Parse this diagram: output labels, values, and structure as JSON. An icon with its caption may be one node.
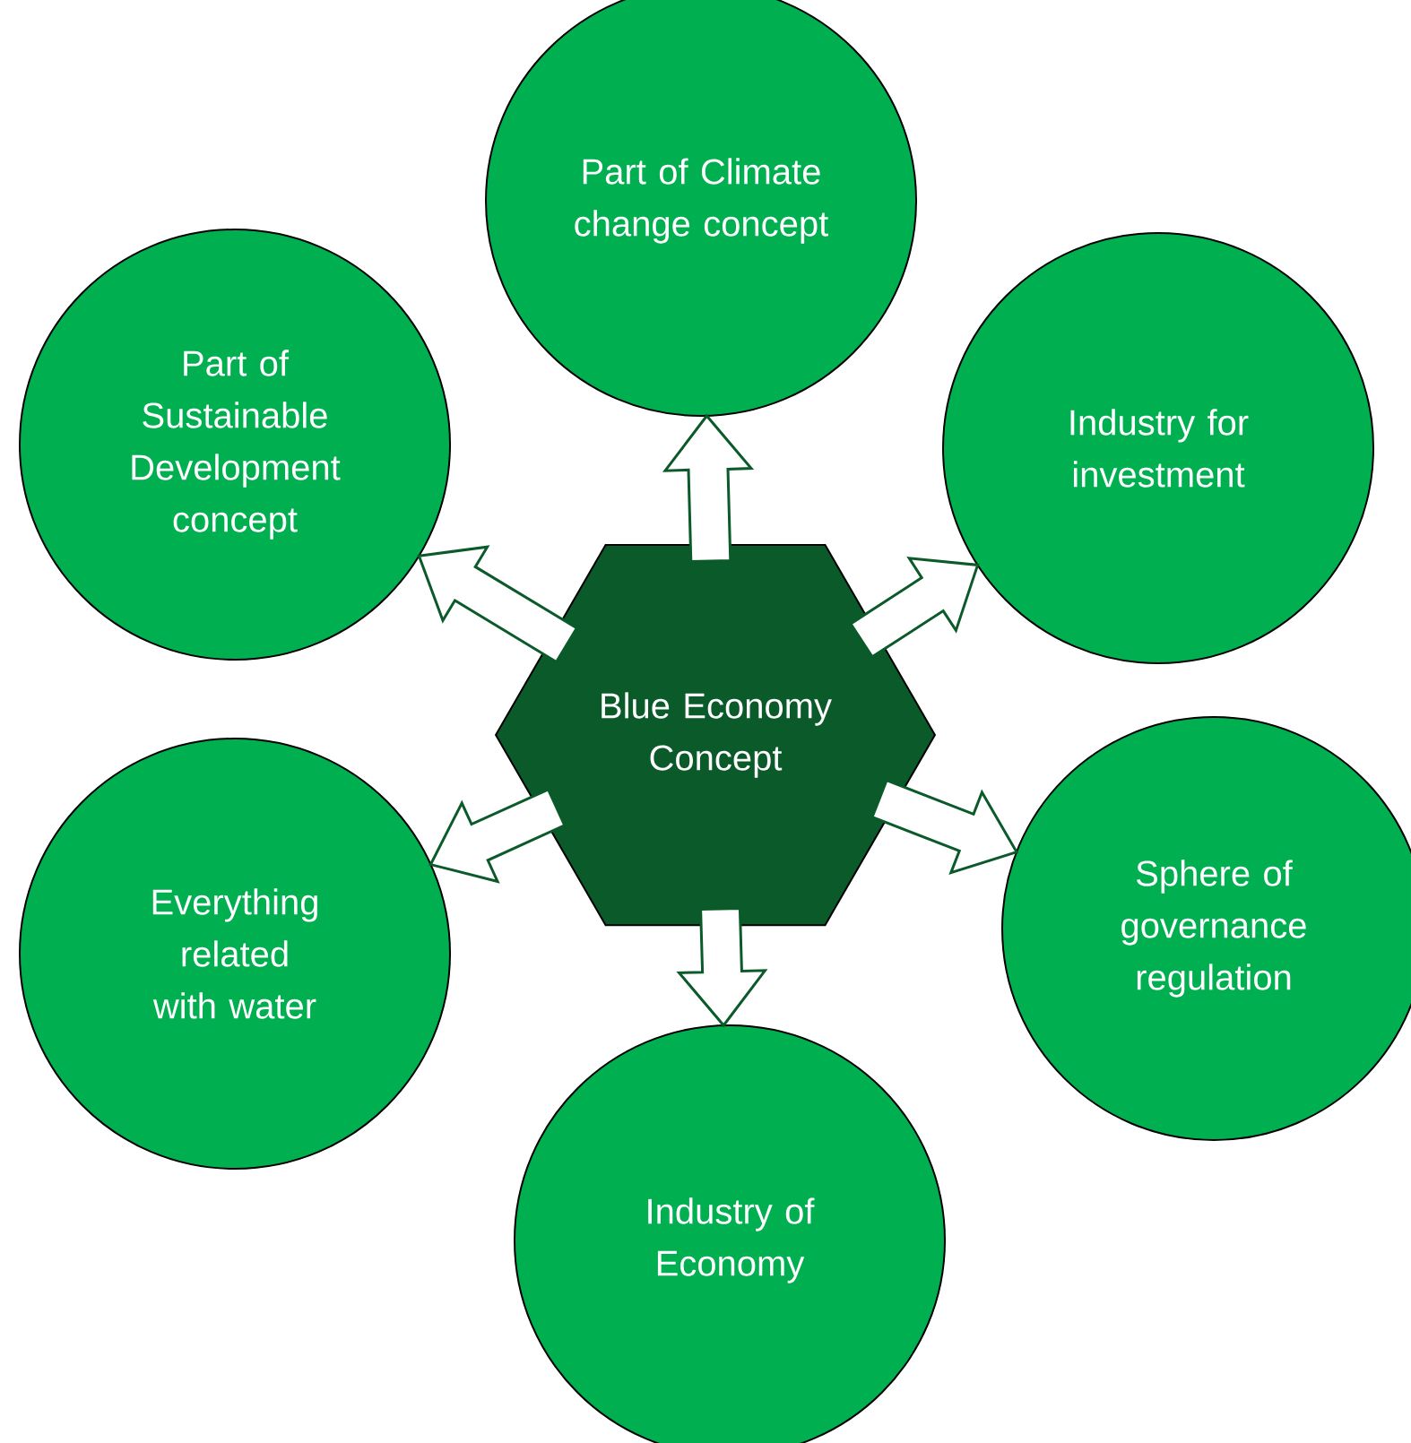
{
  "diagram": {
    "nodes": [
      {
        "text": [
          "Blue Economy Concept"
        ]
      },
      {
        "text": [
          "Part of Climate change concept"
        ]
      },
      {
        "text": [
          "Part of Sustainable Development concept"
        ]
      },
      {
        "text": [
          "Industry for investment"
        ]
      },
      {
        "text": [
          "Everything related with water"
        ]
      },
      {
        "text": [
          "Sphere of governance regulation"
        ]
      },
      {
        "text": [
          "Industry of Economy"
        ]
      }
    ],
    "edges": [
      {
        "from": 0,
        "to": 1,
        "arrow": "to"
      },
      {
        "from": 0,
        "to": 2,
        "arrow": "to"
      },
      {
        "from": 0,
        "to": 3,
        "arrow": "to"
      },
      {
        "from": 0,
        "to": 4,
        "arrow": "to"
      },
      {
        "from": 0,
        "to": 5,
        "arrow": "to"
      },
      {
        "from": 0,
        "to": 6,
        "arrow": "to"
      }
    ]
  }
}
